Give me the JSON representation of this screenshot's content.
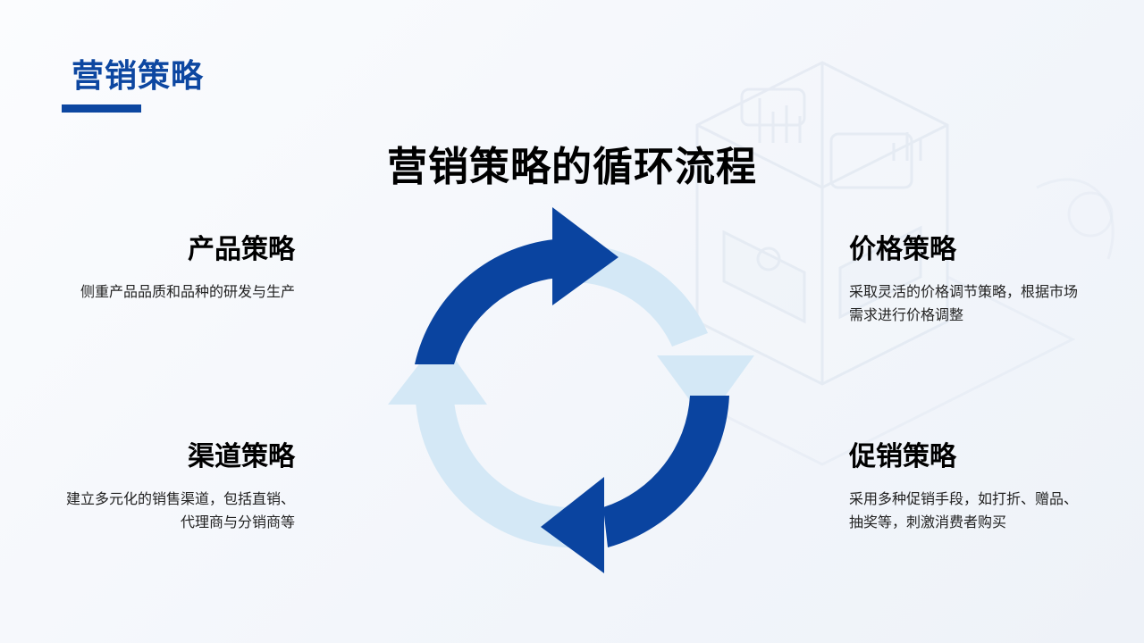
{
  "page": {
    "title": "营销策略",
    "diagram_title": "营销策略的循环流程"
  },
  "strategies": {
    "product": {
      "heading": "产品策略",
      "description": "侧重产品品质和品种的研发与生产"
    },
    "channel": {
      "heading": "渠道策略",
      "description": "建立多元化的销售渠道，包括直销、代理商与分销商等"
    },
    "price": {
      "heading": "价格策略",
      "description": "采取灵活的价格调节策略，根据市场需求进行价格调整"
    },
    "promotion": {
      "heading": "促销策略",
      "description": "采用多种促销手段，如打折、赠品、抽奖等，刺激消费者购买"
    }
  },
  "colors": {
    "brand_blue": "#0d47a1",
    "arrow_dark": "#0a44a0",
    "arrow_light": "#d4e8f6"
  },
  "icons": [
    "cycle-arrow-icon",
    "isometric-server-illustration"
  ]
}
